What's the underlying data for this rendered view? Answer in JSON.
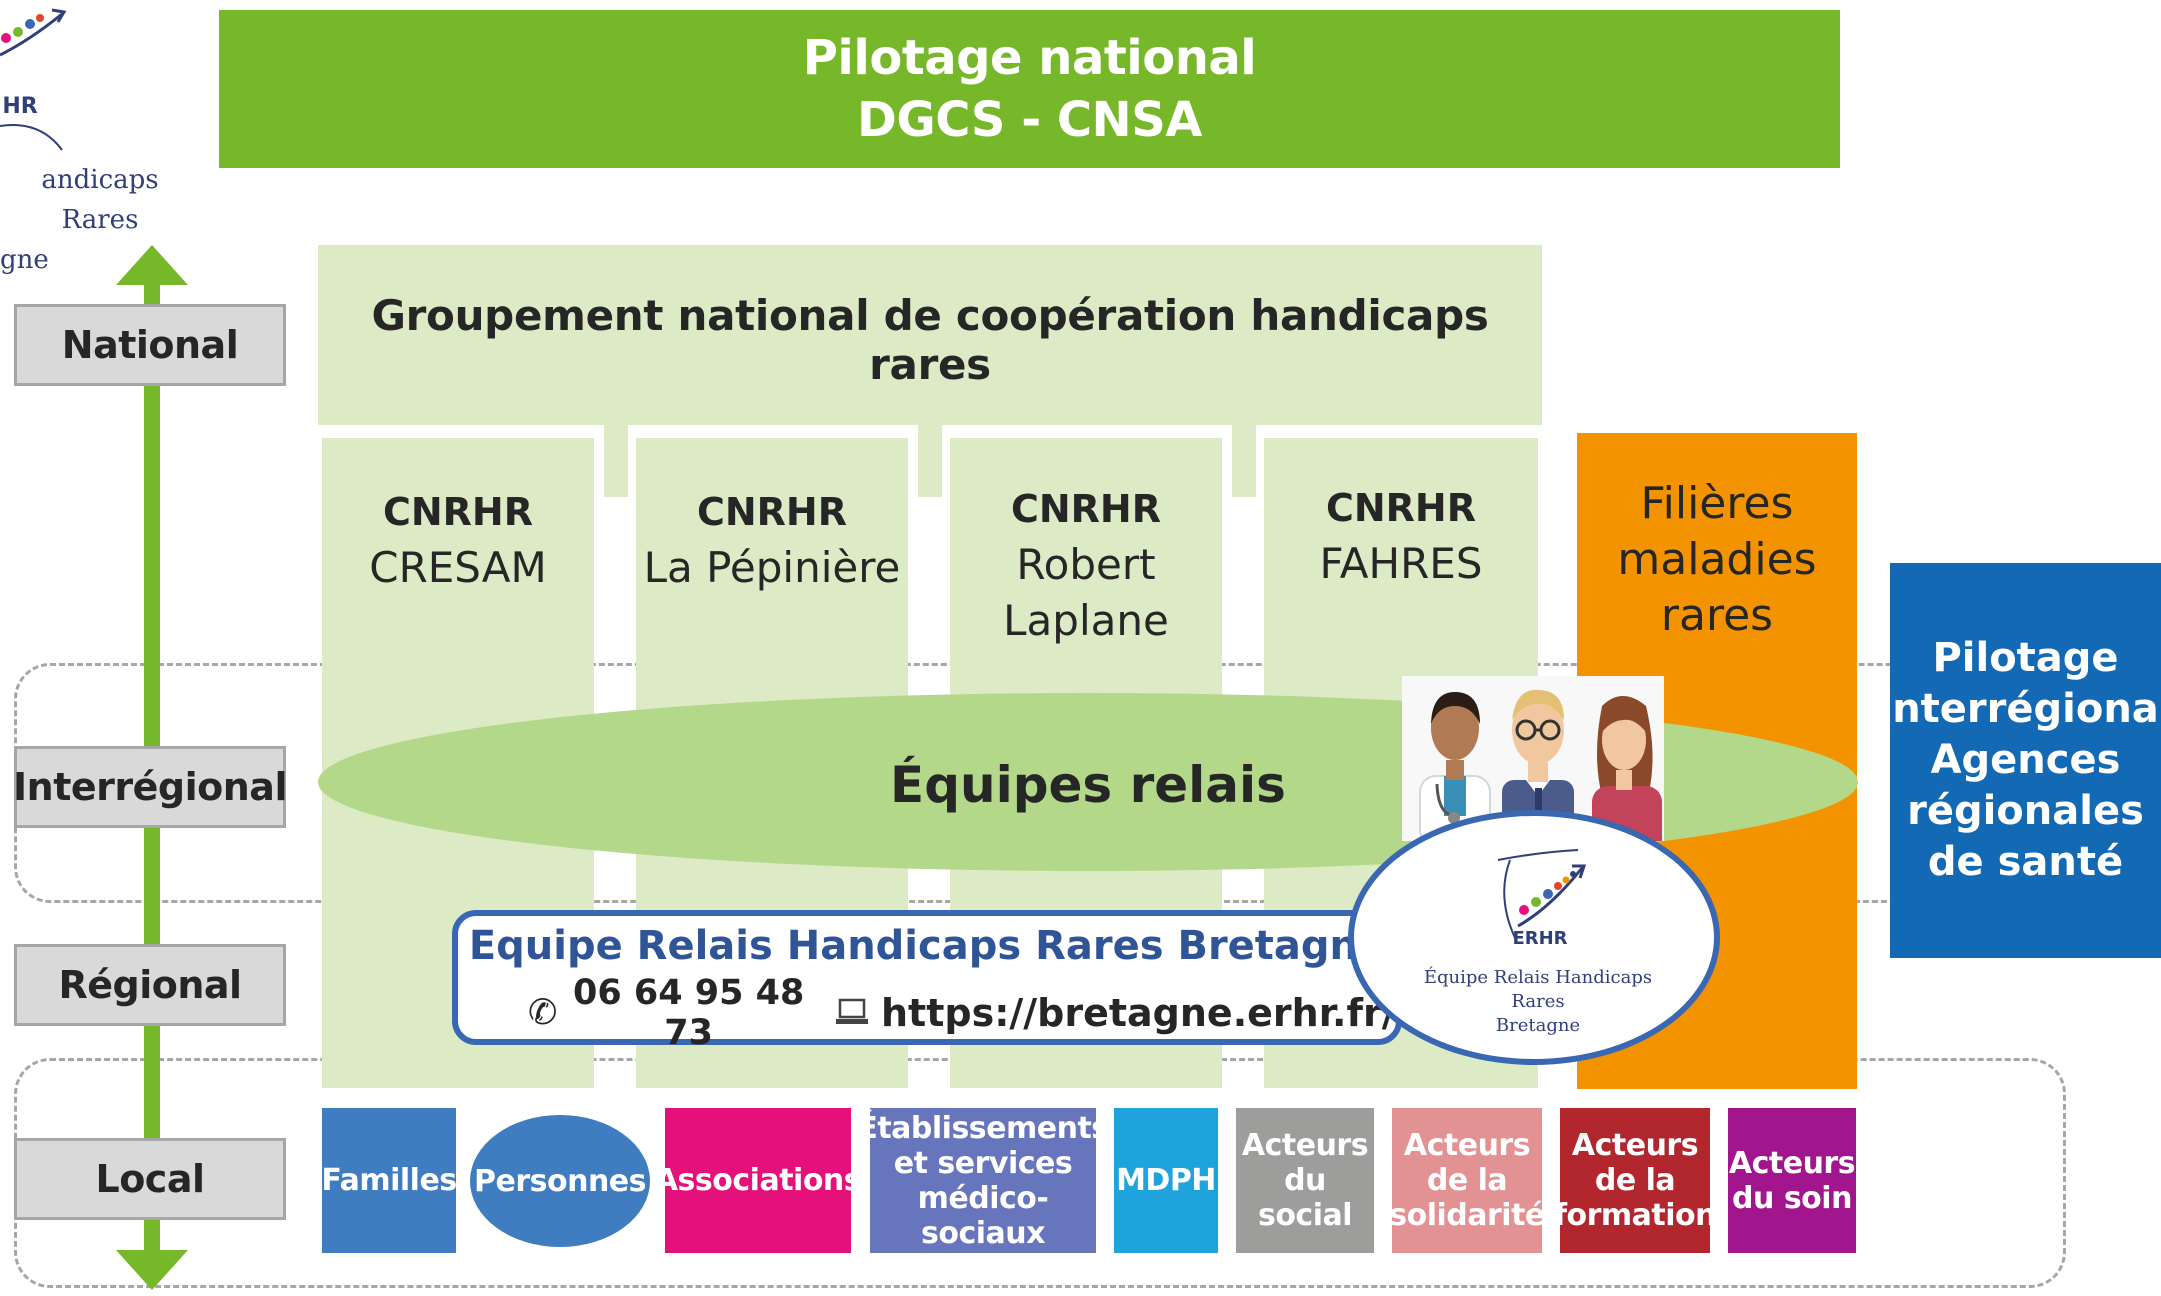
{
  "top": {
    "line1": "Pilotage national",
    "line2": "DGCS - CNSA"
  },
  "levels": {
    "national": "National",
    "interregional": "Interrégional",
    "regional": "Régional",
    "local": "Local"
  },
  "groupement": "Groupement national de coopération handicaps rares",
  "centres": [
    {
      "label": "CNRHR",
      "line1": "CRESAM",
      "line2": ""
    },
    {
      "label": "CNRHR",
      "line1": "La Pépinière",
      "line2": ""
    },
    {
      "label": "CNRHR",
      "line1": "Robert",
      "line2": "Laplane"
    },
    {
      "label": "CNRHR",
      "line1": "FAHRES",
      "line2": ""
    }
  ],
  "filieres": {
    "line1": "Filières",
    "line2": "maladies",
    "line3": "rares"
  },
  "ars": {
    "line1": "Pilotage",
    "line2": "interrégional",
    "line3": "Agences",
    "line4": "régionales",
    "line5": "de santé"
  },
  "equipes": "Équipes relais",
  "contact": {
    "title": "Equipe Relais Handicaps Rares Bretagne",
    "phone": "06 64 95 48 73",
    "website": "https://bretagne.erhr.fr/"
  },
  "logo": {
    "acronym": "ERHR",
    "line1": "Équipe Relais Handicaps Rares",
    "line2": "Bretagne"
  },
  "corner_logo": {
    "acronym": "HR",
    "line1": "andicaps Rares",
    "line2": "gne"
  },
  "local": [
    {
      "line1": "Familles",
      "line2": "",
      "line3": "",
      "color": "#3f7cc0"
    },
    {
      "line1": "Personnes",
      "line2": "",
      "line3": "",
      "color": "#3f7cc0"
    },
    {
      "line1": "Associations",
      "line2": "",
      "line3": "",
      "color": "#e5107a"
    },
    {
      "line1": "Établissements",
      "line2": "et services",
      "line3": "médico-sociaux",
      "color": "#6775bd"
    },
    {
      "line1": "MDPH",
      "line2": "",
      "line3": "",
      "color": "#1ea3dd"
    },
    {
      "line1": "Acteurs",
      "line2": "du social",
      "line3": "",
      "color": "#9d9d9c"
    },
    {
      "line1": "Acteurs",
      "line2": "de la",
      "line3": "solidarité",
      "color": "#e29292"
    },
    {
      "line1": "Acteurs",
      "line2": "de la",
      "line3": "formation",
      "color": "#b2262d"
    },
    {
      "line1": "Acteurs",
      "line2": "du soin",
      "line3": "",
      "color": "#a2168d"
    }
  ],
  "colors": {
    "green": "#76b82a",
    "light_green": "#dcebc6",
    "ellipse": "#b3d88a",
    "orange": "#f49300",
    "blue": "#1469b4",
    "navy": "#3a67b1"
  }
}
